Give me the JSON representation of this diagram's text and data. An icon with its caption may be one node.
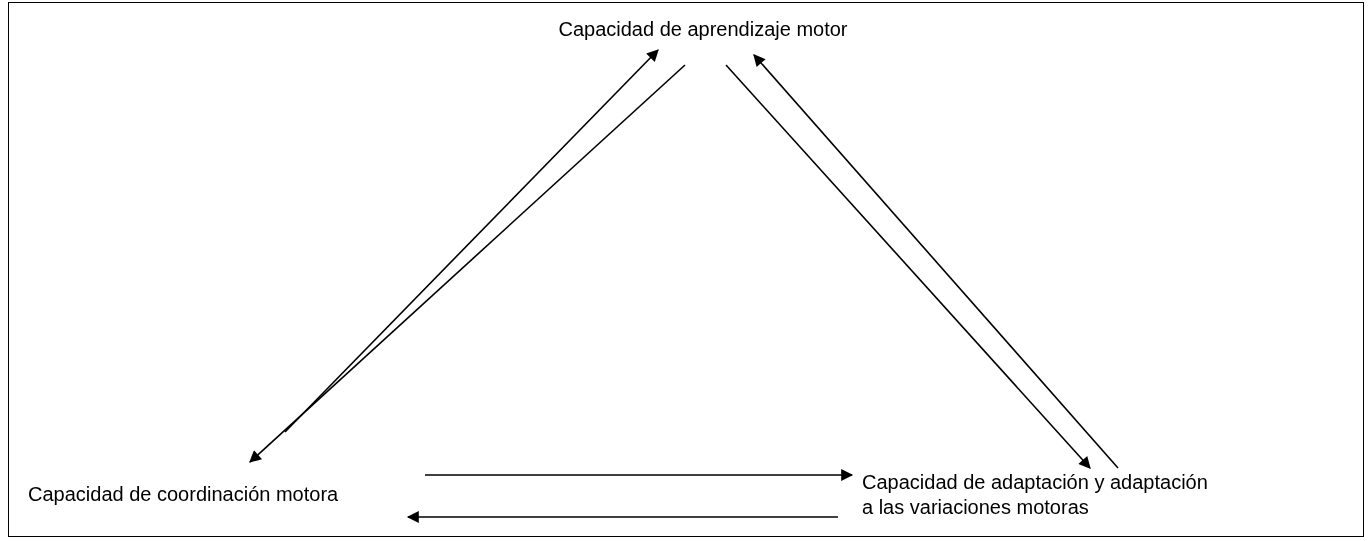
{
  "diagram": {
    "nodes": [
      {
        "text": [
          "Capacidad de aprendizaje motor"
        ]
      },
      {
        "text": [
          "Capacidad de coordinación motora"
        ]
      },
      {
        "text": [
          "Capacidad de adaptación y adaptación a las variaciones motoras"
        ]
      }
    ],
    "edges": [
      {
        "from": 1,
        "to": 0,
        "arrow": "to"
      },
      {
        "from": 0,
        "to": 1,
        "arrow": "to"
      },
      {
        "from": 0,
        "to": 2,
        "arrow": "to"
      },
      {
        "from": 2,
        "to": 0,
        "arrow": "to"
      },
      {
        "from": 1,
        "to": 2,
        "arrow": "to"
      },
      {
        "from": 2,
        "to": 1,
        "arrow": "to"
      }
    ]
  }
}
